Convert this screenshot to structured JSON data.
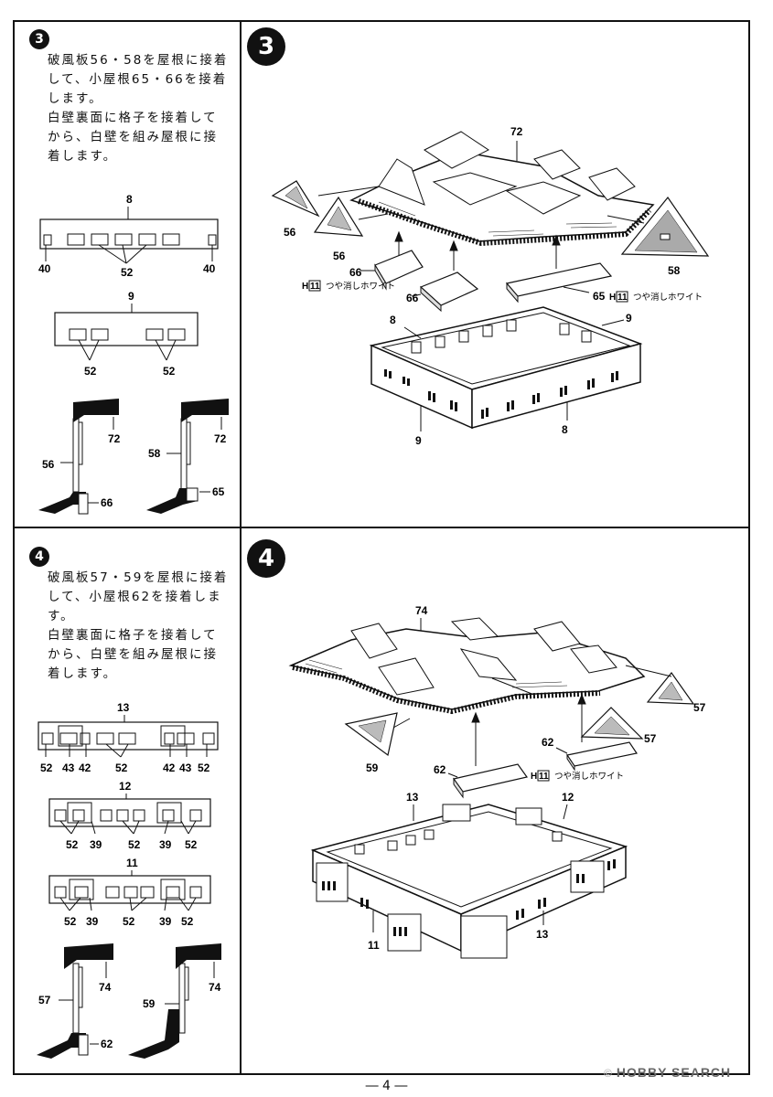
{
  "step3": {
    "number": "3",
    "instructions": [
      "破風板56・58を屋根に接着",
      "して、小屋根65・66を接着",
      "します。",
      "白壁裏面に格子を接着して",
      "から、白壁を組み屋根に接",
      "着します。"
    ],
    "detail_labels": {
      "wall8_title": "8",
      "wall8_left": "40",
      "wall8_right": "40",
      "wall8_mid": "52",
      "wall9_title": "9",
      "wall9_left": "52",
      "wall9_right": "52",
      "section_a": [
        "56",
        "72",
        "66"
      ],
      "section_b": [
        "58",
        "72",
        "65"
      ]
    },
    "main_labels": {
      "roof": "72",
      "gable_56a": "56",
      "gable_56b": "56",
      "gable_58": "58",
      "small_roof_66a": "66",
      "small_roof_66b": "66",
      "small_roof_65": "65",
      "wall_8_top": "8",
      "wall_9_top": "9",
      "wall_9_bottom": "9",
      "wall_8_bottom": "8",
      "paint_66_code": "H",
      "paint_66_num": "11",
      "paint_66_text": "つや消しホワイト",
      "paint_65_code": "H",
      "paint_65_num": "11",
      "paint_65_text": "つや消しホワイト"
    }
  },
  "step4": {
    "number": "4",
    "instructions": [
      "破風板57・59を屋根に接着",
      "して、小屋根62を接着しま",
      "す。",
      "白壁裏面に格子を接着して",
      "から、白壁を組み屋根に接",
      "着します。"
    ],
    "detail_labels": {
      "wall13_title": "13",
      "wall13_bottom": [
        "52",
        "43",
        "42",
        "52",
        "42",
        "43",
        "52"
      ],
      "wall12_title": "12",
      "wall12_bottom": [
        "52",
        "39",
        "52",
        "39",
        "52"
      ],
      "wall11_title": "11",
      "wall11_bottom": [
        "52",
        "39",
        "52",
        "39",
        "52"
      ],
      "section_a": [
        "57",
        "74",
        "62"
      ],
      "section_b": [
        "59",
        "74"
      ]
    },
    "main_labels": {
      "roof": "74",
      "gable_57a": "57",
      "gable_57b": "57",
      "gable_59": "59",
      "small_roof_62a": "62",
      "small_roof_62b": "62",
      "paint_code": "H",
      "paint_num": "11",
      "paint_text": "つや消しホワイト",
      "wall_13_top": "13",
      "wall_12_top": "12",
      "wall_11": "11",
      "wall_13_bottom": "13"
    }
  },
  "footer": {
    "page": "― 4 ―"
  },
  "watermark": {
    "copyright": "©",
    "text": "HOBBY SEARCH"
  }
}
